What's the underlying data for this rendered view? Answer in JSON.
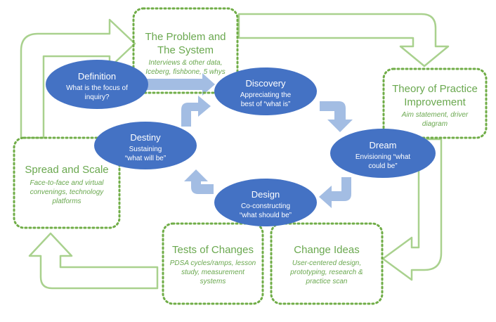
{
  "colors": {
    "green": "#70ad47",
    "green_text": "#6aa84f",
    "blue": "#4472c4",
    "blue_arrow": "#a3bde3",
    "white": "#ffffff"
  },
  "boxes": {
    "problem": {
      "title1": "The Problem and",
      "title2": "The System",
      "sub1": "Interviews & other data,",
      "sub2": "Iceberg, fishbone, 5 whys"
    },
    "theory": {
      "title1": "Theory of Practice",
      "title2": "Improvement",
      "sub1": "Aim statement, driver",
      "sub2": "diagram"
    },
    "spread": {
      "title1": "Spread and Scale",
      "sub1": "Face-to-face and virtual",
      "sub2": "convenings, technology",
      "sub3": "platforms"
    },
    "tests": {
      "title1": "Tests of Changes",
      "sub1": "PDSA cycles/ramps, lesson",
      "sub2": "study, measurement",
      "sub3": "systems"
    },
    "change": {
      "title1": "Change Ideas",
      "sub1": "User-centered design,",
      "sub2": "prototyping, research &",
      "sub3": "practice scan"
    }
  },
  "ellipses": {
    "definition": {
      "title": "Definition",
      "sub1": "What is the focus of",
      "sub2": "inquiry?"
    },
    "discovery": {
      "title": "Discovery",
      "sub1": "Appreciating the",
      "sub2": "best of “what is”"
    },
    "dream": {
      "title": "Dream",
      "sub1": "Envisioning “what",
      "sub2": "could be”"
    },
    "design": {
      "title": "Design",
      "sub1": "Co-constructing",
      "sub2": "“what should be”"
    },
    "destiny": {
      "title": "Destiny",
      "sub1": "Sustaining",
      "sub2": "“what will be”"
    }
  }
}
